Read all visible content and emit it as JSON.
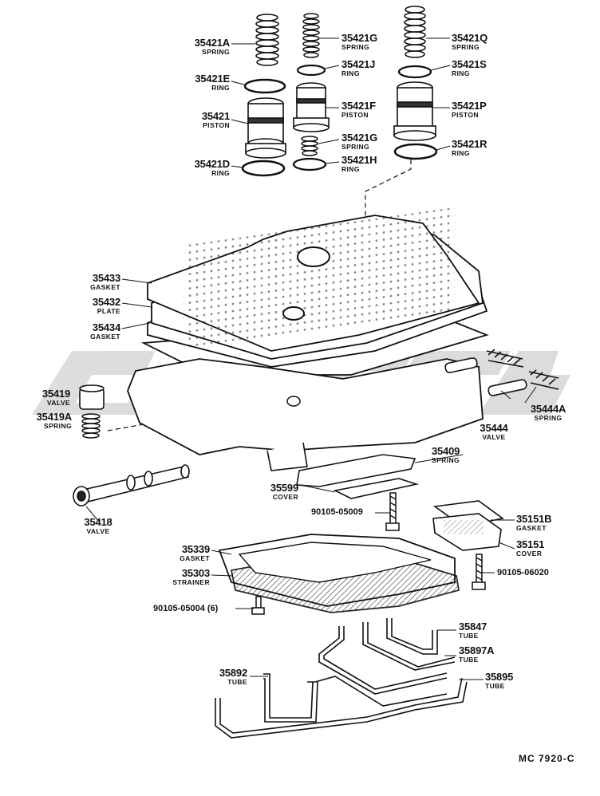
{
  "watermark": "ＧＥＳＧＵ",
  "diagram_code": "MC  7920-C",
  "parts": [
    {
      "id": "35421A",
      "name": "SPRING"
    },
    {
      "id": "35421G",
      "name": "SPRING"
    },
    {
      "id": "35421Q",
      "name": "SPRING"
    },
    {
      "id": "35421E",
      "name": "RING"
    },
    {
      "id": "35421J",
      "name": "RING"
    },
    {
      "id": "35421S",
      "name": "RING"
    },
    {
      "id": "35421",
      "name": "PISTON"
    },
    {
      "id": "35421F",
      "name": "PISTON"
    },
    {
      "id": "35421P",
      "name": "PISTON"
    },
    {
      "id": "35421G",
      "name": "SPRING"
    },
    {
      "id": "35421D",
      "name": "RING"
    },
    {
      "id": "35421H",
      "name": "RING"
    },
    {
      "id": "35421R",
      "name": "RING"
    },
    {
      "id": "35433",
      "name": "GASKET"
    },
    {
      "id": "35432",
      "name": "PLATE"
    },
    {
      "id": "35434",
      "name": "GASKET"
    },
    {
      "id": "35419",
      "name": "VALVE"
    },
    {
      "id": "35419A",
      "name": "SPRING"
    },
    {
      "id": "35444A",
      "name": "SPRING"
    },
    {
      "id": "35444",
      "name": "VALVE"
    },
    {
      "id": "35409",
      "name": "SPRING"
    },
    {
      "id": "35599",
      "name": "COVER"
    },
    {
      "id": "35418",
      "name": "VALVE"
    },
    {
      "id": "35151B",
      "name": "GASKET"
    },
    {
      "id": "35151",
      "name": "COVER"
    },
    {
      "id": "35339",
      "name": "GASKET"
    },
    {
      "id": "35303",
      "name": "STRAINER"
    },
    {
      "id": "35847",
      "name": "TUBE"
    },
    {
      "id": "35897A",
      "name": "TUBE"
    },
    {
      "id": "35892",
      "name": "TUBE"
    },
    {
      "id": "35895",
      "name": "TUBE"
    }
  ],
  "bolts": [
    {
      "id": "90105-05009"
    },
    {
      "id": "90105-06020"
    },
    {
      "id": "90105-05004 (6)"
    }
  ]
}
